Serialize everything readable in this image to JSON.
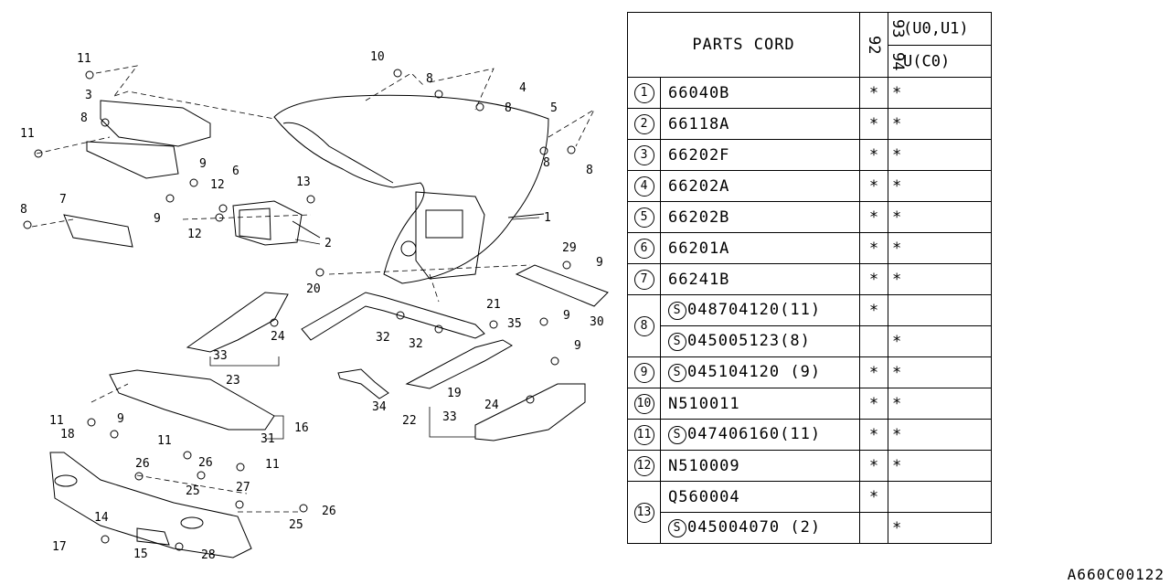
{
  "header": {
    "title": "PARTS CORD",
    "col_a": "92",
    "col_b1_stack": "93",
    "col_b1_text": "(U0,U1)",
    "col_b2_stack": "94",
    "col_b2_text": "U(C0)"
  },
  "parts": [
    {
      "ref": "1",
      "code": "66040B",
      "a": "*",
      "b": "*"
    },
    {
      "ref": "2",
      "code": "66118A",
      "a": "*",
      "b": "*"
    },
    {
      "ref": "3",
      "code": "66202F",
      "a": "*",
      "b": "*"
    },
    {
      "ref": "4",
      "code": "66202A",
      "a": "*",
      "b": "*"
    },
    {
      "ref": "5",
      "code": "66202B",
      "a": "*",
      "b": "*"
    },
    {
      "ref": "6",
      "code": "66201A",
      "a": "*",
      "b": "*"
    },
    {
      "ref": "7",
      "code": "66241B",
      "a": "*",
      "b": "*"
    },
    {
      "ref": "8",
      "code": "048704120(11)",
      "std": "S",
      "a": "*",
      "b": ""
    },
    {
      "ref": "",
      "code": "045005123(8)",
      "std": "S",
      "a": "",
      "b": "*"
    },
    {
      "ref": "9",
      "code": "045104120 (9)",
      "std": "S",
      "a": "*",
      "b": "*"
    },
    {
      "ref": "10",
      "code": "N510011",
      "a": "*",
      "b": "*"
    },
    {
      "ref": "11",
      "code": "047406160(11)",
      "std": "S",
      "a": "*",
      "b": "*"
    },
    {
      "ref": "12",
      "code": "N510009",
      "a": "*",
      "b": "*"
    },
    {
      "ref": "13",
      "code": "Q560004",
      "a": "*",
      "b": ""
    },
    {
      "ref": "",
      "code": "045004070 (2)",
      "std": "S",
      "a": "",
      "b": "*"
    }
  ],
  "diagram_labels": [
    "11",
    "3",
    "8",
    "11",
    "9",
    "7",
    "8",
    "9",
    "12",
    "12",
    "6",
    "13",
    "2",
    "10",
    "8",
    "4",
    "8",
    "5",
    "8",
    "8",
    "1",
    "9",
    "29",
    "9",
    "30",
    "20",
    "21",
    "35",
    "32",
    "32",
    "9",
    "24",
    "33",
    "23",
    "19",
    "34",
    "24",
    "22",
    "33",
    "16",
    "11",
    "9",
    "18",
    "11",
    "26",
    "31",
    "26",
    "25",
    "11",
    "27",
    "26",
    "25",
    "14",
    "17",
    "15",
    "28"
  ],
  "catalog_id": "A660C00122"
}
